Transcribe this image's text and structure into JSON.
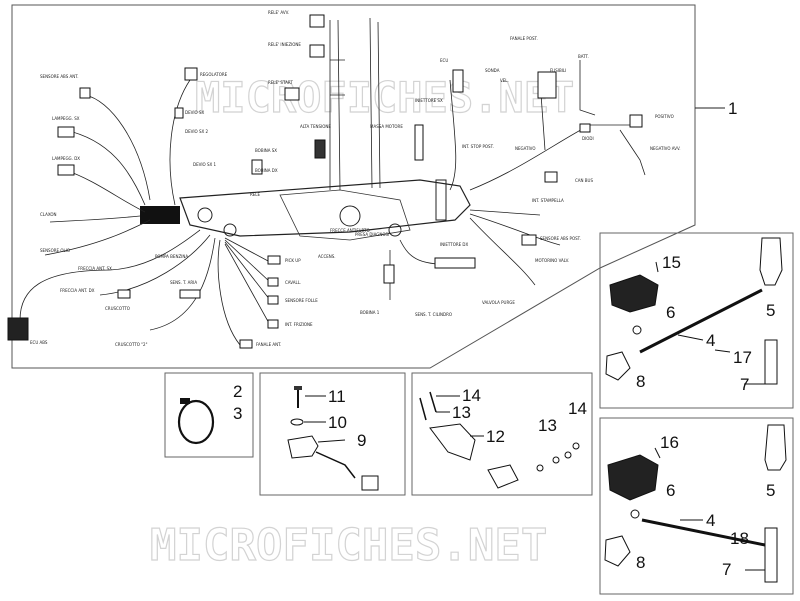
{
  "watermark": {
    "text": "MICROFICHES.NET"
  },
  "callouts": {
    "n1": "1",
    "n2": "2",
    "n3": "3",
    "n4a": "4",
    "n4b": "4",
    "n5a": "5",
    "n5b": "5",
    "n6a": "6",
    "n6b": "6",
    "n7a": "7",
    "n7b": "7",
    "n8a": "8",
    "n8b": "8",
    "n9": "9",
    "n10": "10",
    "n11": "11",
    "n12": "12",
    "n13a": "13",
    "n13b": "13",
    "n14a": "14",
    "n14b": "14",
    "n15": "15",
    "n16": "16",
    "n17": "17",
    "n18": "18"
  },
  "labels": {
    "l01": "RELE' AVV.",
    "l02": "RELE' INIEZIONE",
    "l03": "RELE' START",
    "l04": "REGOLATORE",
    "l05": "SENSORE ABS ANT.",
    "l06": "DEVIO SX",
    "l07": "DEVIO SX 2",
    "l08": "LAMPEGG. SX",
    "l09": "DEVIO SX 1",
    "l10": "LAMPEGG. DX",
    "l11": "CLAXON",
    "l12": "SENSORE OLIO",
    "l13": "FRECCIA ANT. SX",
    "l14": "FRECCIA ANT. DX",
    "l15": "CRUSCOTTO",
    "l16": "CRUSCOTTO \"2\"",
    "l17": "ECU ABS",
    "l18": "POMPA BENZINA",
    "l19": "PICK UP",
    "l20": "CAVALL.",
    "l21": "SENSORE FOLLE",
    "l22": "INT. FRIZIONE",
    "l23": "FANALE ANT.",
    "l24": "ALTA TENSIONE",
    "l25": "MASSA MOTORE",
    "l26": "BOBINA SX",
    "l27": "BOBINA DX",
    "l28": "PRESA DIAGNOSI",
    "l29": "INIETTORE SX",
    "l30": "INT. STOP POST.",
    "l31": "NEGATIVO",
    "l32": "ECU",
    "l33": "FANALE POST.",
    "l34": "FUSIBILI",
    "l35": "DIODI",
    "l36": "POSITIVO",
    "l37": "NEGATIVO AVV.",
    "l38": "CAN BUS",
    "l39": "INT. STAMPELLA",
    "l40": "SENSORE ABS POST.",
    "l41": "MOTORINO VALV.",
    "l42": "INIETTORE DX",
    "l43": "VALVOLA PURGE",
    "l44": "SENS. T. CILINDRO",
    "l45": "BOBINA 1",
    "l46": "ACCENS.",
    "l47": "RELE",
    "l48": "FRECCE ANTIFURTO",
    "l49": "SENS. T. ARIA",
    "l50": "SONDA",
    "l51": "BATT.",
    "l52": "VEL."
  }
}
